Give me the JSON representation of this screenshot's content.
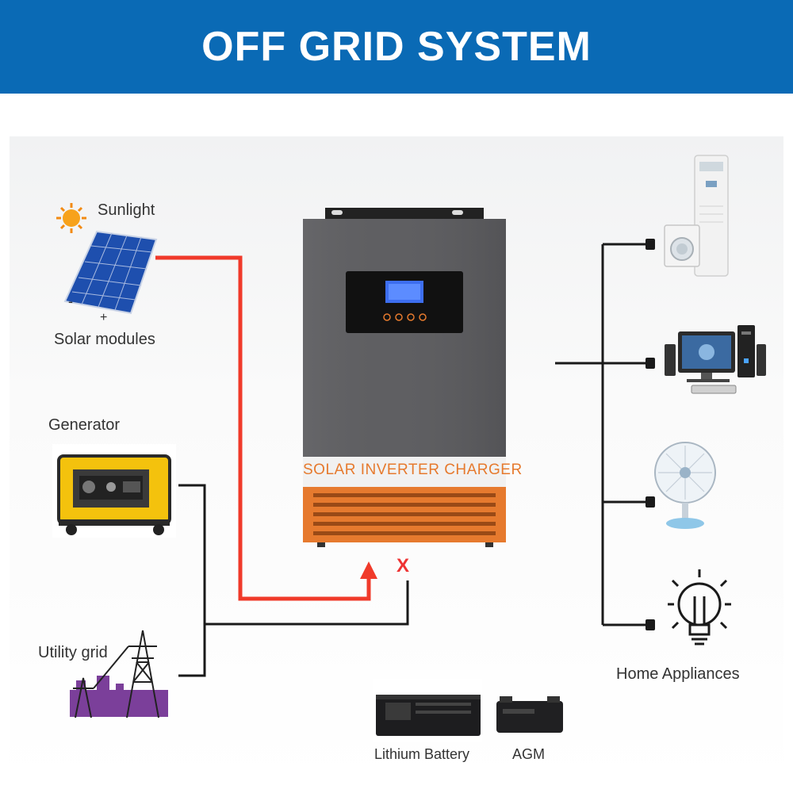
{
  "header": {
    "title": "OFF GRID SYSTEM"
  },
  "labels": {
    "sunlight": "Sunlight",
    "solar_modules": "Solar modules",
    "minus": "-",
    "plus": "+",
    "generator": "Generator",
    "utility_grid": "Utility grid",
    "inverter": "SOLAR INVERTER CHARGER",
    "x_mark": "X",
    "home_appliances": "Home Appliances",
    "lithium_battery": "Lithium Battery",
    "agm": "AGM"
  },
  "colors": {
    "banner": "#0a6ab5",
    "solar_line": "#f03a2a",
    "wire": "#1a1a1a",
    "inverter_body": "#5f5f62",
    "inverter_accent": "#e67a2e"
  }
}
